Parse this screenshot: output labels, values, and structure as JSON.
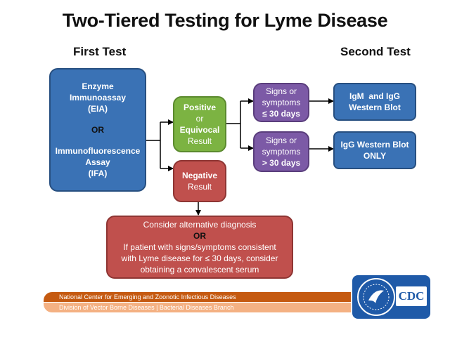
{
  "title": "Two-Tiered Testing for Lyme Disease",
  "headers": {
    "first": "First Test",
    "second": "Second Test"
  },
  "eia_box": {
    "line1": "Enzyme",
    "line2": "Immunoassay",
    "line3": "(EIA)",
    "or": "OR",
    "line4": "Immunofluorescence",
    "line5": "Assay",
    "line6": "(IFA)"
  },
  "positive_box": {
    "line1": "Positive",
    "line2": "or",
    "line3": "Equivocal",
    "line4": "Result"
  },
  "negative_box": {
    "line1": "Negative",
    "line2": "Result"
  },
  "signs_short": {
    "line1": "Signs or",
    "line2": "symptoms",
    "line3": "≤ 30 days"
  },
  "signs_long": {
    "line1": "Signs or",
    "line2": "symptoms",
    "line3": "> 30 days"
  },
  "igm_igg_box": {
    "line1": "IgM  and IgG",
    "line2": "Western Blot"
  },
  "igg_only_box": {
    "line1": "IgG Western Blot",
    "line2": "ONLY"
  },
  "alternative_box": {
    "line1": "Consider alternative diagnosis",
    "line2": "OR",
    "line3": "If patient with signs/symptoms consistent",
    "line4": "with Lyme disease for ≤ 30 days, consider",
    "line5": "obtaining a convalescent serum"
  },
  "footer": {
    "line1": "National Center for Emerging and Zoonotic Infectious Diseases",
    "line2": "Division of Vector Borne Diseases | Bacterial Diseases Branch"
  },
  "logo": {
    "text": "CDC"
  },
  "colors": {
    "eia": "#3a72b5",
    "positive": "#7cb342",
    "negative": "#c0504d",
    "signs": "#7c5aa6",
    "footer_dark": "#c55a11",
    "footer_light": "#f4b183"
  }
}
